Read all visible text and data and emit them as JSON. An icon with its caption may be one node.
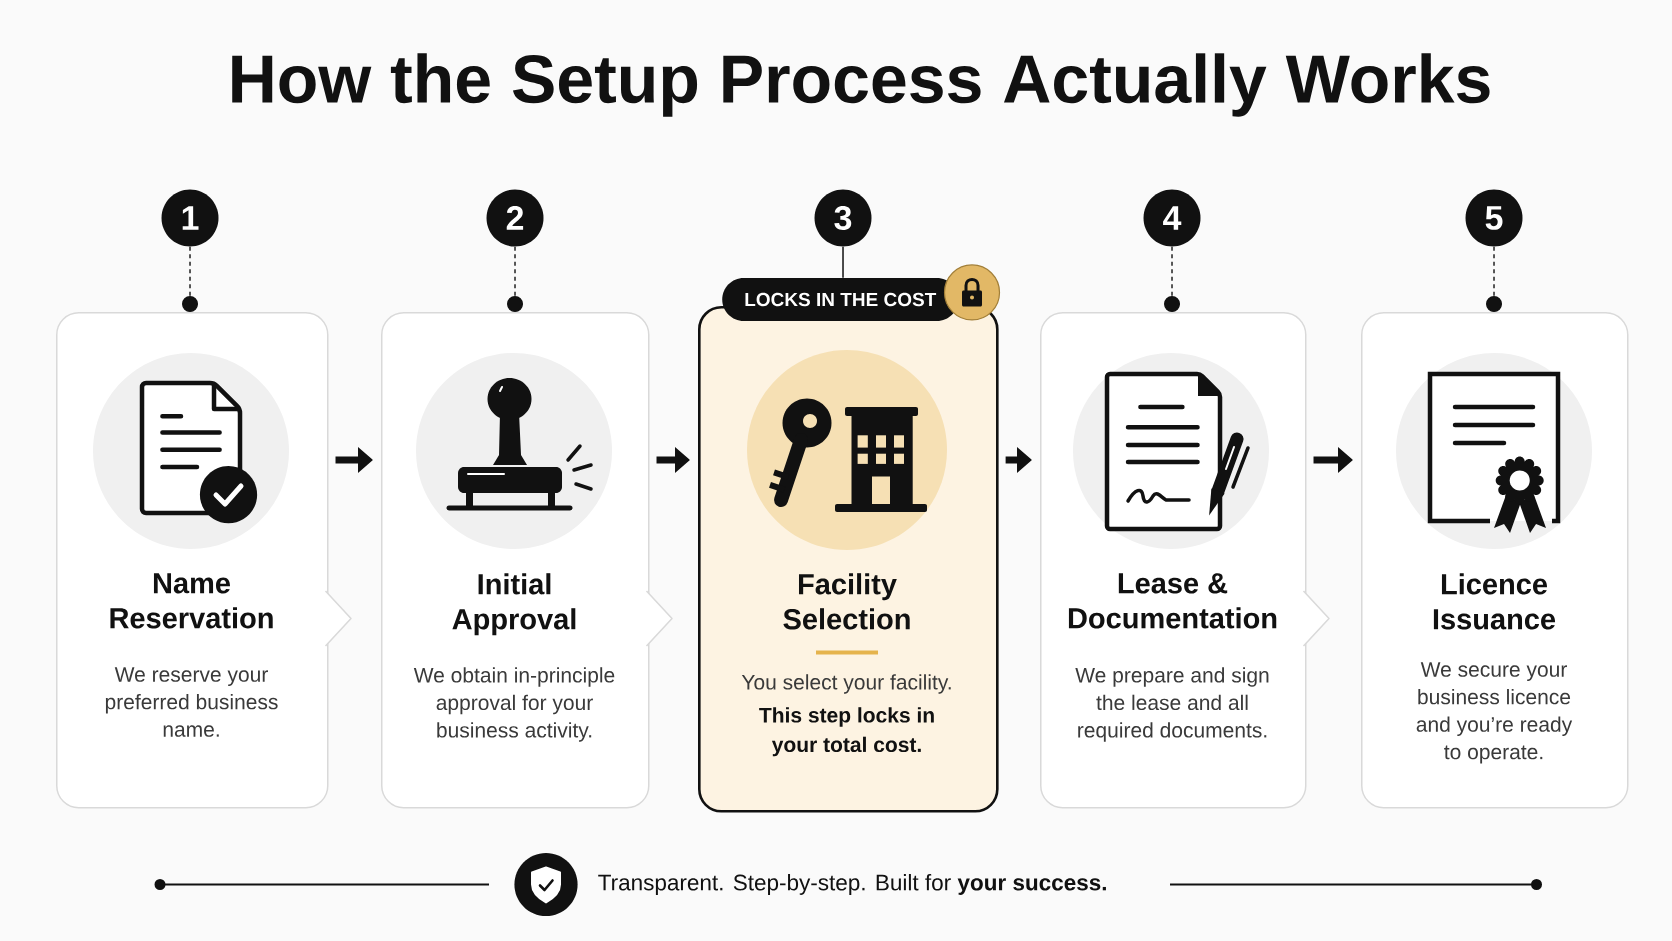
{
  "diagram": {
    "title": "How the Setup Process Actually Works",
    "nodes": [
      {
        "text": [
          "1"
        ]
      },
      {
        "text": [
          "2"
        ]
      },
      {
        "text": [
          "3"
        ]
      },
      {
        "text": [
          "4"
        ]
      },
      {
        "text": [
          "5"
        ]
      },
      {
        "text": [
          "LOCKS IN THE COST"
        ]
      },
      {
        "text": [
          "Name Reservation",
          "We reserve your preferred business name."
        ]
      },
      {
        "text": [
          "Initial Approval",
          "We obtain in-principle approval for your business activity."
        ]
      },
      {
        "text": [
          "Facility Selection",
          "You select your facility.",
          "This step locks in your total cost."
        ]
      },
      {
        "text": [
          "Lease & Documentation",
          "We prepare and sign the lease and all required documents."
        ]
      },
      {
        "text": [
          "Licence Issuance",
          "We secure your business licence and you’re ready to operate."
        ]
      }
    ],
    "edges": [
      {
        "from": 0,
        "to": 6,
        "arrow": "other",
        "style": "dashed"
      },
      {
        "from": 1,
        "to": 7,
        "arrow": "other",
        "style": "dashed"
      },
      {
        "from": 2,
        "to": 5,
        "arrow": "none"
      },
      {
        "from": 3,
        "to": 9,
        "arrow": "other",
        "style": "dashed"
      },
      {
        "from": 4,
        "to": 10,
        "arrow": "other",
        "style": "dashed"
      },
      {
        "from": 6,
        "to": 7,
        "arrow": "to",
        "style": "thick"
      },
      {
        "from": 7,
        "to": 8,
        "arrow": "to",
        "style": "thick"
      },
      {
        "from": 8,
        "to": 9,
        "arrow": "to",
        "style": "thick"
      },
      {
        "from": 9,
        "to": 10,
        "arrow": "to",
        "style": "thick"
      }
    ],
    "labels": [
      "Transparent. Step-by-step. Built for **your success.**"
    ]
  }
}
